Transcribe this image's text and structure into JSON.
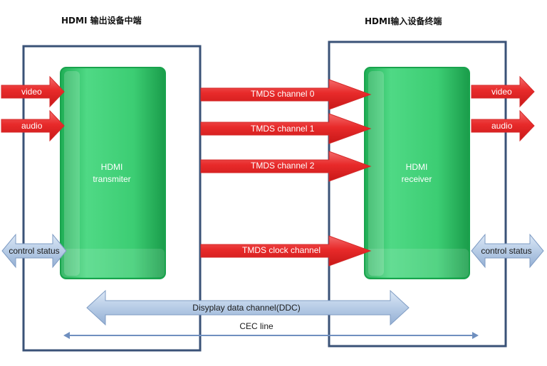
{
  "titles": {
    "left": "HDMI 输出设备中端",
    "right": "HDMI输入设备终端"
  },
  "blocks": {
    "transmitter": {
      "line1": "HDMI",
      "line2": "transmiter"
    },
    "receiver": {
      "line1": "HDMI",
      "line2": "receiver"
    }
  },
  "inputs": {
    "video": "video",
    "audio": "audio"
  },
  "outputs": {
    "video": "video",
    "audio": "audio"
  },
  "channels": [
    "TMDS channel 0",
    "TMDS channel 1",
    "TMDS channel 2",
    "TMDS clock channel"
  ],
  "control_status": {
    "left": "control status",
    "right": "control status"
  },
  "ddc": "Disyplay data channel(DDC)",
  "cec": "CEC line",
  "colors": {
    "frame": "#3a5277",
    "block_green": "#2fc76a",
    "arrow_red": "#ee3a3a",
    "arrow_blue": "#b7cce6"
  }
}
